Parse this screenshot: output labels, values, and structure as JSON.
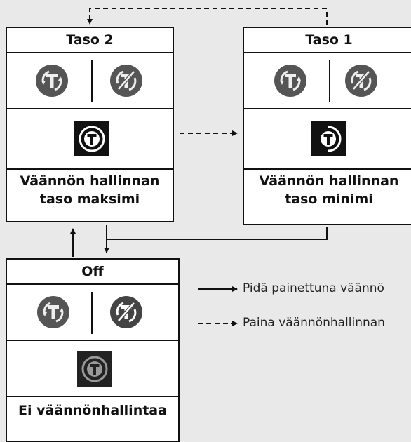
{
  "levels": {
    "taso2": {
      "title": "Taso 2",
      "caption_line1": "Väännön hallinnan",
      "caption_line2": "taso maksimi"
    },
    "taso1": {
      "title": "Taso 1",
      "caption_line1": "Väännön hallinnan",
      "caption_line2": "taso minimi"
    },
    "off": {
      "title": "Off",
      "caption": "Ei väännönhallintaa"
    }
  },
  "legend": {
    "solid": "Pidä painettuna väännö",
    "dashed": "Paina väännönhallinnan"
  },
  "icons": {
    "traction_on": "traction-control-icon",
    "traction_off": "traction-control-off-icon",
    "indicator": "traction-control-indicator-icon"
  },
  "colors": {
    "background": "#e9e9e9",
    "box": "#ffffff",
    "stroke": "#111111",
    "icon_circle": "#555555"
  }
}
